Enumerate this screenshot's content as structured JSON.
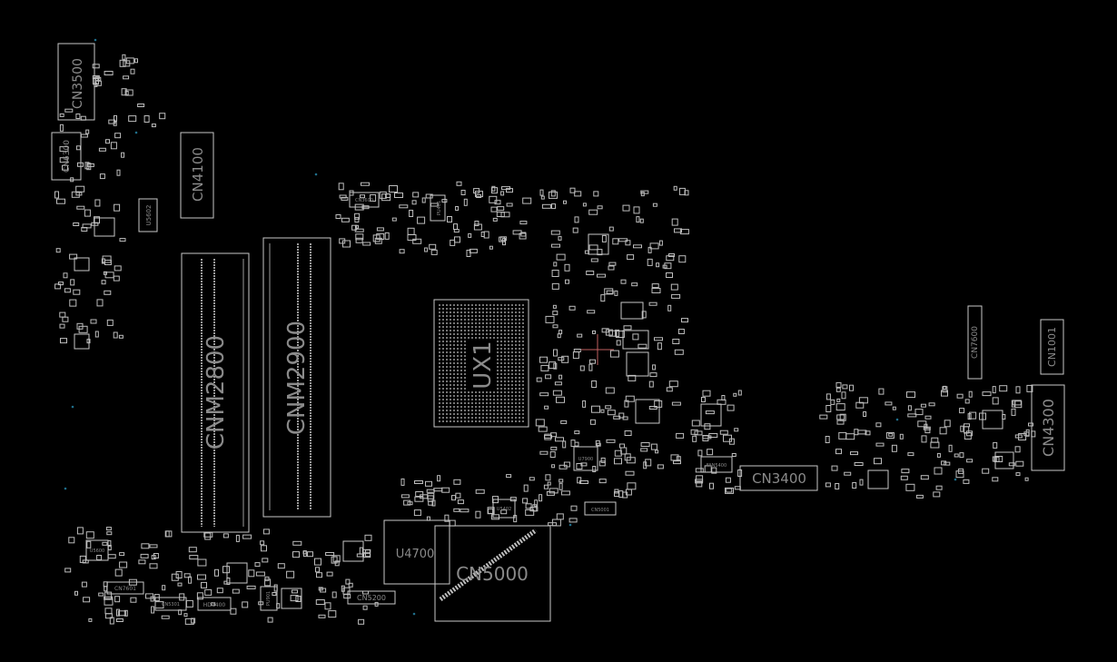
{
  "board": {
    "background": "#000000",
    "outline_color": "#c8c8c8",
    "label_color": "#8a8a8a",
    "accent_marker_color": "#c06060",
    "via_color": "#1f6f8b"
  },
  "labels": {
    "cn3500": "CN3500",
    "cn6300": "CN6300",
    "cn4100": "CN4100",
    "u5602": "U5602",
    "cn3600": "CN3600",
    "pu401": "PU401",
    "cnm2800": "CNM2800",
    "cnm2900": "CNM2900",
    "ux1": "UX1",
    "cn7600": "CN7600",
    "cn1001": "CN1001",
    "cn4300": "CN4300",
    "fan5400": "FAN5400",
    "cn3400": "CN3400",
    "u7900": "U7900",
    "cn5001": "CN5001",
    "u5402": "U5402",
    "u4700": "U4700",
    "cn5000": "CN5000",
    "cn5200": "CN5200",
    "pu901": "PU901",
    "u5600": "U5600",
    "cn7601": "CN7601",
    "cn5301": "CN5301",
    "hd4400": "HD4400"
  }
}
